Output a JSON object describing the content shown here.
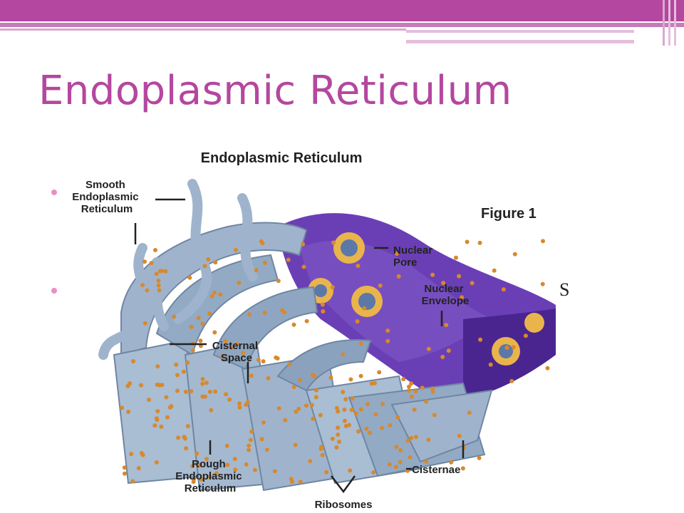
{
  "slide": {
    "title": "Endoplasmic Reticulum",
    "trailing_text": "S",
    "accent_color": "#b4479f",
    "bullet_color": "#e88fc8"
  },
  "diagram": {
    "title": "Endoplasmic Reticulum",
    "figure_label": "Figure 1",
    "labels": {
      "smooth_er": [
        "Smooth",
        "Endoplasmic",
        "Reticulum"
      ],
      "rough_er": [
        "Rough",
        "Endoplasmic",
        "Reticulum"
      ],
      "nuclear_pore": [
        "Nuclear",
        "Pore"
      ],
      "nuclear_envelope": [
        "Nuclear",
        "Envelope"
      ],
      "cisternal_space": [
        "Cisternal",
        "Space"
      ],
      "cisternae": "Cisternae",
      "ribosomes": "Ribosomes"
    },
    "colors": {
      "er_membrane": "#9fb4cc",
      "er_shadow": "#6f86a3",
      "nucleus": "#6a3fb6",
      "nucleus_dark": "#4a2590",
      "ribosome": "#d7892e",
      "pore": "#e9b44c"
    }
  }
}
